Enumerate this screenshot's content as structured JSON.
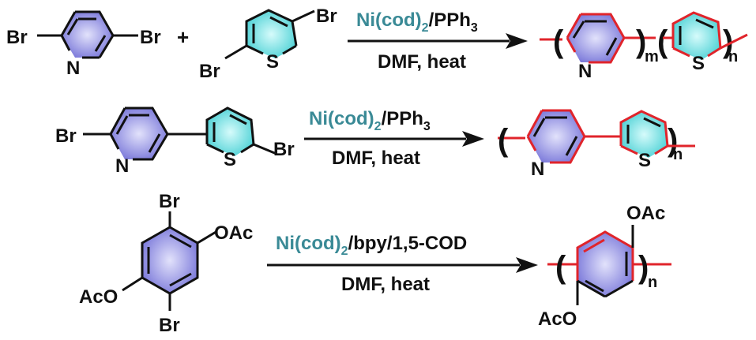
{
  "colors": {
    "bond": "#111111",
    "polymer_bond": "#e0242b",
    "reagent_metal": "#3a8a96",
    "ring_fill_center": "#e2e2fb",
    "ring_fill_edge": "#7b79da",
    "thiophene_fill_center": "#d6fbfb",
    "thiophene_fill_edge": "#4fd2d6"
  },
  "reaction1": {
    "monomer_a": {
      "br_left": "Br",
      "br_right": "Br",
      "n": "N"
    },
    "plus": "+",
    "monomer_b": {
      "br_top": "Br",
      "br_bottom": "Br",
      "s": "S"
    },
    "reagent": {
      "metal": "Ni(cod)",
      "sub": "2",
      "rest": "/PPh",
      "sub2": "3"
    },
    "condition": "DMF, heat",
    "product": {
      "n": "N",
      "s": "S",
      "index_m": "m",
      "index_n": "n"
    }
  },
  "reaction2": {
    "monomer": {
      "br_left": "Br",
      "br_right": "Br",
      "n": "N",
      "s": "S"
    },
    "reagent": {
      "metal": "Ni(cod)",
      "sub": "2",
      "rest": "/PPh",
      "sub2": "3"
    },
    "condition": "DMF, heat",
    "product": {
      "n": "N",
      "s": "S",
      "index_n": "n"
    }
  },
  "reaction3": {
    "monomer": {
      "br_top": "Br",
      "br_bottom": "Br",
      "oac": "OAc",
      "aco": "AcO"
    },
    "reagent": {
      "metal": "Ni(cod)",
      "sub": "2",
      "rest": "/bpy/1,5-COD"
    },
    "condition": "DMF, heat",
    "product": {
      "oac": "OAc",
      "aco": "AcO",
      "index_n": "n"
    }
  }
}
